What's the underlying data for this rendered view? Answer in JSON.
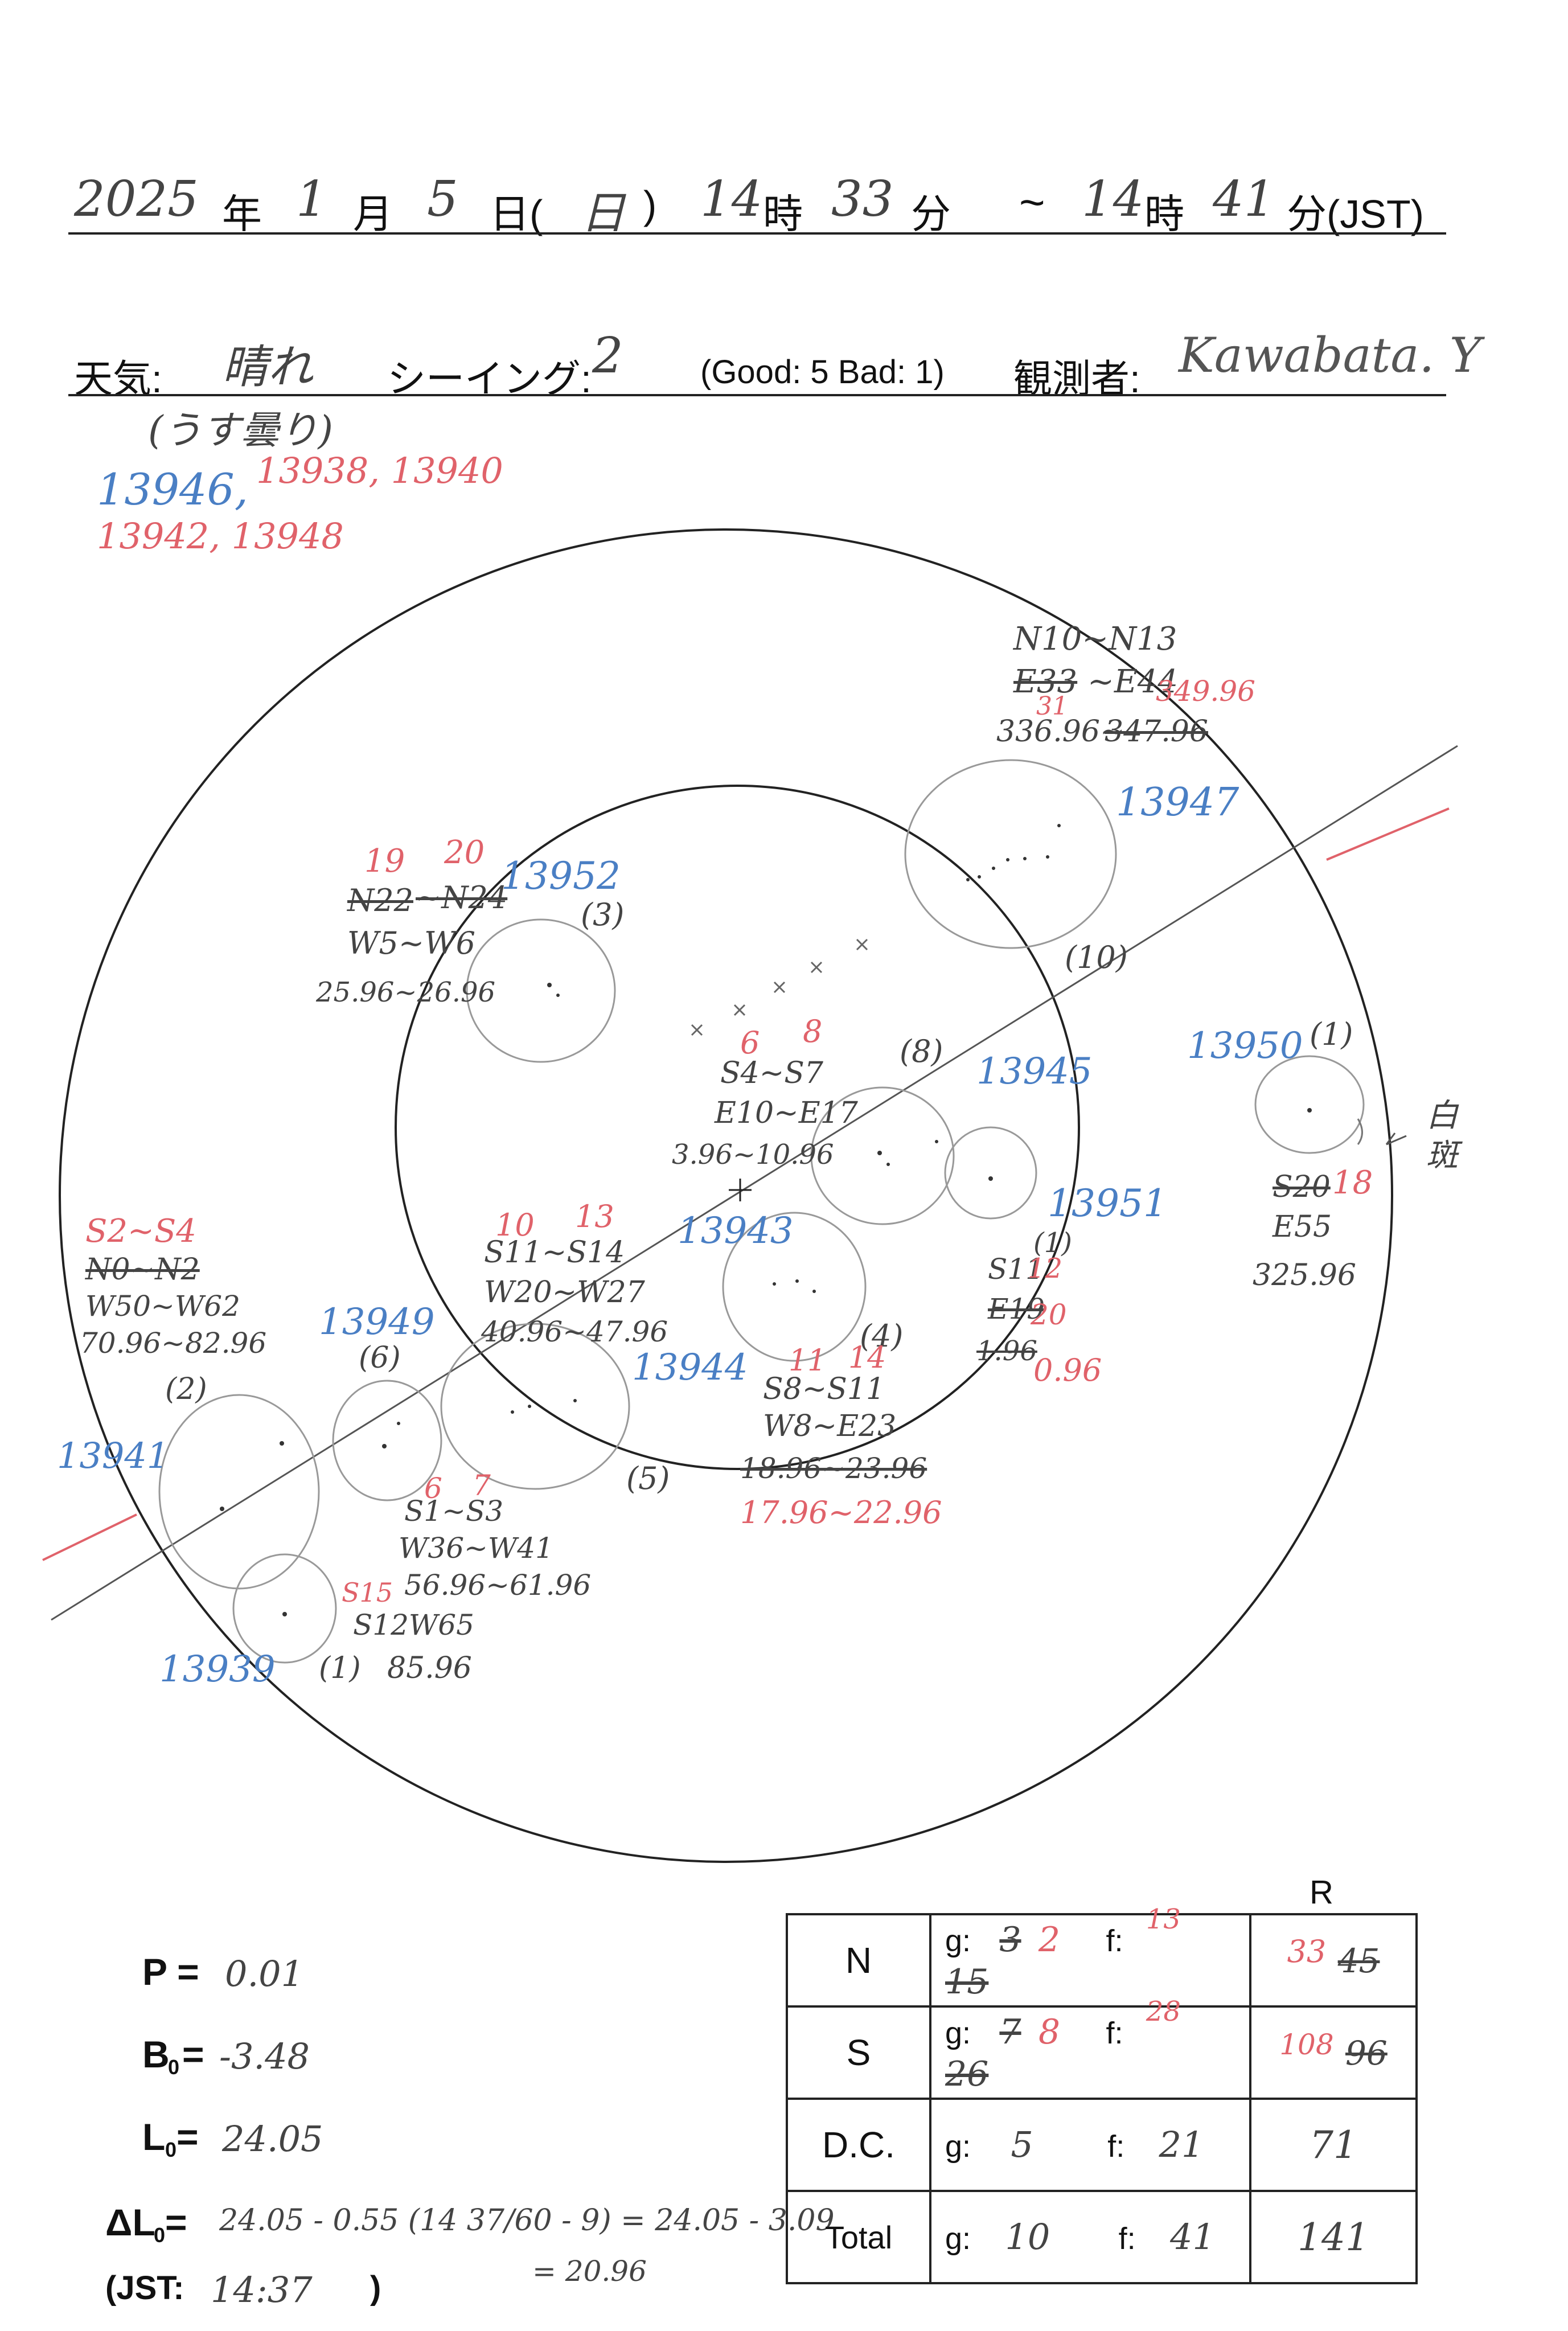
{
  "header": {
    "year": "2025",
    "year_unit": "年",
    "month": "1",
    "month_unit": "月",
    "day": "5",
    "day_unit": "日(",
    "weekday": "日",
    "paren_close": ")",
    "start_hour": "14",
    "hour_unit": "時",
    "start_min": "33",
    "min_unit": "分",
    "tilde": "~",
    "end_hour": "14",
    "hour_unit2": "時",
    "end_min": "41",
    "min_unit2": "分(JST)"
  },
  "conditions": {
    "weather_label": "天気:",
    "weather": "晴れ",
    "weather_note": "(うす曇り)",
    "seeing_label": "シーイング:",
    "seeing": "2",
    "scale": "(Good: 5  Bad: 1)",
    "observer_label": "観測者:",
    "observer": "Kawabata. Y"
  },
  "top_regions": {
    "blue": "13946,",
    "red1": "13938, 13940",
    "red2": "13942, 13948"
  },
  "regions": {
    "r13947": {
      "num": "13947",
      "lat": "N10~N13",
      "lon_strike": "E33",
      "lon": "~E44",
      "red_lon": "31",
      "range_strike": "347.96",
      "range": "336.96~",
      "red_range": "349.96",
      "count": "(10)"
    },
    "r13952": {
      "num": "13952",
      "red_a": "19",
      "red_b": "20",
      "lat_a": "N22",
      "lat_b": "~N24",
      "lon": "W5~W6",
      "range": "25.96~26.96",
      "count": "(3)"
    },
    "r13943": {
      "num": "13943",
      "red_a": "6",
      "red_b": "8",
      "lat": "S4~S7",
      "lon": "E10~E17",
      "range": "3.96~10.96",
      "count": "(8)"
    },
    "r13945": {
      "num": "13945"
    },
    "r13950": {
      "num": "13950",
      "count": "(1)",
      "lat_strike": "S20",
      "red": "18",
      "lon": "E55",
      "range": "325.96",
      "note": "白斑"
    },
    "r13951": {
      "num": "13951",
      "count": "(1)",
      "lat": "S11",
      "red_lat": "12",
      "lon": "E19",
      "red_lon": "20",
      "range_strike": "1.96",
      "red_range": "0.96"
    },
    "r13948": {
      "num": "13948",
      "red_a": "10",
      "red_b": "13",
      "lat": "S11~S14",
      "lon": "W20~W27",
      "range": "40.96~47.96"
    },
    "r13944": {
      "num": "13944",
      "red_a": "11",
      "red_b": "14",
      "lat": "S8~S11",
      "lon": "W8~E23",
      "range_strike": "18.96~23.96",
      "red_range": "17.96~22.96",
      "count": "(4)",
      "count5": "(5)"
    },
    "r13949": {
      "num": "13949",
      "count": "(6)",
      "red_a": "6",
      "red_b": "7",
      "lat": "S1~S3",
      "lon": "W36~W41",
      "range": "56.96~61.96"
    },
    "r13941": {
      "num": "13941",
      "red_lat": "S2~S4",
      "lat_strike": "N0~N2",
      "lon": "W50~W62",
      "range": "70.96~82.96",
      "count": "(2)"
    },
    "r13939": {
      "num": "13939",
      "red": "S15",
      "lat": "S12W65",
      "count": "(1)",
      "range": "85.96"
    }
  },
  "ephemeris": {
    "p_label": "P =",
    "p": "0.01",
    "b_label": "B",
    "b_sub": "0",
    "b_eq": "=",
    "b": "-3.48",
    "l_label": "L",
    "l_sub": "0",
    "l_eq": " =",
    "l": "24.05",
    "dl_label": "ΔL",
    "dl_sub": "0",
    "dl_eq": " =",
    "dl_formula": "24.05 - 0.55 (14 37/60 - 9) = 24.05 - 3.09",
    "dl_result": "= 20.96",
    "jst_label": "(JST:",
    "jst": "14:37",
    "jst_close": ")"
  },
  "summary": {
    "r_header": "R",
    "rows": [
      {
        "label": "N",
        "g_label": "g:",
        "g_strike": "3",
        "g": "2",
        "f_label": "f:",
        "f_strike": "15",
        "f": "13",
        "r_strike": "45",
        "r": "33"
      },
      {
        "label": "S",
        "g_label": "g:",
        "g_strike": "7",
        "g": "8",
        "f_label": "f:",
        "f_strike": "26",
        "f": "28",
        "r_strike": "96",
        "r": "108"
      },
      {
        "label": "D.C.",
        "g_label": "g:",
        "g": "5",
        "f_label": "f:",
        "f": "21",
        "r": "71"
      },
      {
        "label": "Total",
        "g_label": "g:",
        "g": "10",
        "f_label": "f:",
        "f": "41",
        "r": "141"
      }
    ]
  }
}
